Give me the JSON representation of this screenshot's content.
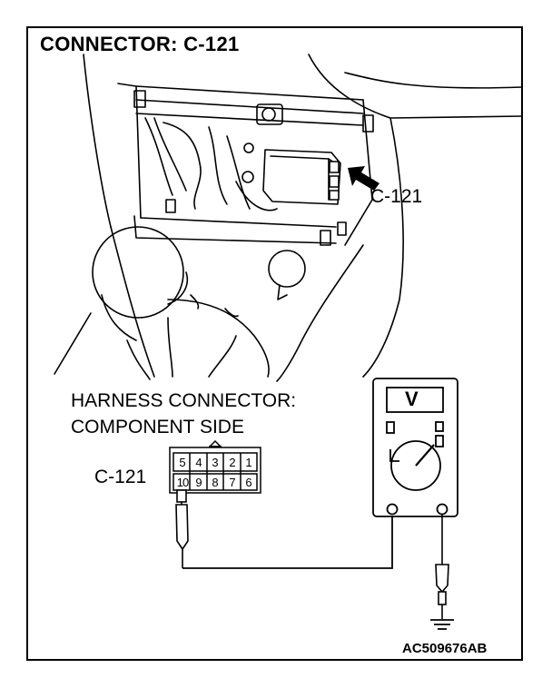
{
  "title": "CONNECTOR: C-121",
  "callout_label": "C-121",
  "harness_label_line1": "HARNESS CONNECTOR:",
  "harness_label_line2": "COMPONENT SIDE",
  "connector_label": "C-121",
  "connector_pins_top": [
    "5",
    "4",
    "3",
    "2",
    "1"
  ],
  "connector_pins_bottom": [
    "10",
    "9",
    "8",
    "7",
    "6"
  ],
  "meter_unit": "V",
  "reference_code": "AC509676AB",
  "icons": [
    "arrow-icon",
    "ground-icon",
    "voltmeter-icon",
    "probe-icon"
  ]
}
